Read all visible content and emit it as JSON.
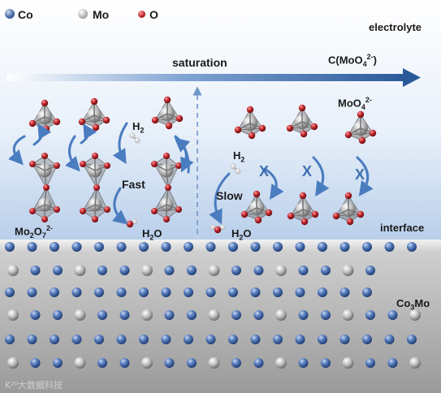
{
  "legend": [
    {
      "label": "Co",
      "color": "#4a6da8"
    },
    {
      "label": "Mo",
      "color": "#b8b8b8"
    },
    {
      "label": "O",
      "color": "#c0282d"
    }
  ],
  "labels": {
    "electrolyte": "electrolyte",
    "saturation": "saturation",
    "concentration_main": "C(MoO",
    "concentration_sub": "4",
    "concentration_sup": "2-",
    "concentration_end": ")",
    "moo4_main": "MoO",
    "moo4_sub": "4",
    "moo4_sup": "2-",
    "mo2o7_main": "Mo",
    "mo2o7_sub1": "2",
    "mo2o7_o": "O",
    "mo2o7_sub2": "7",
    "mo2o7_sup": "2-",
    "h2_left_main": "H",
    "h2_left_sub": "2",
    "h2_right_main": "H",
    "h2_right_sub": "2",
    "fast": "Fast",
    "slow": "Slow",
    "h2o_left_main": "H",
    "h2o_left_sub": "2",
    "h2o_left_end": "O",
    "h2o_right_main": "H",
    "h2o_right_sub": "2",
    "h2o_right_end": "O",
    "interface": "interface",
    "co3mo_main": "Co",
    "co3mo_sub": "3",
    "co3mo_end": "Mo",
    "blocked_mark": "X",
    "watermark": "K²⁰大数据科技"
  },
  "colors": {
    "arrow_blue": "#2e5f9e",
    "curve_blue": "#4a7cc0",
    "tetra_gray": "#8a8a8a",
    "substrate": "#d6d6d6"
  }
}
